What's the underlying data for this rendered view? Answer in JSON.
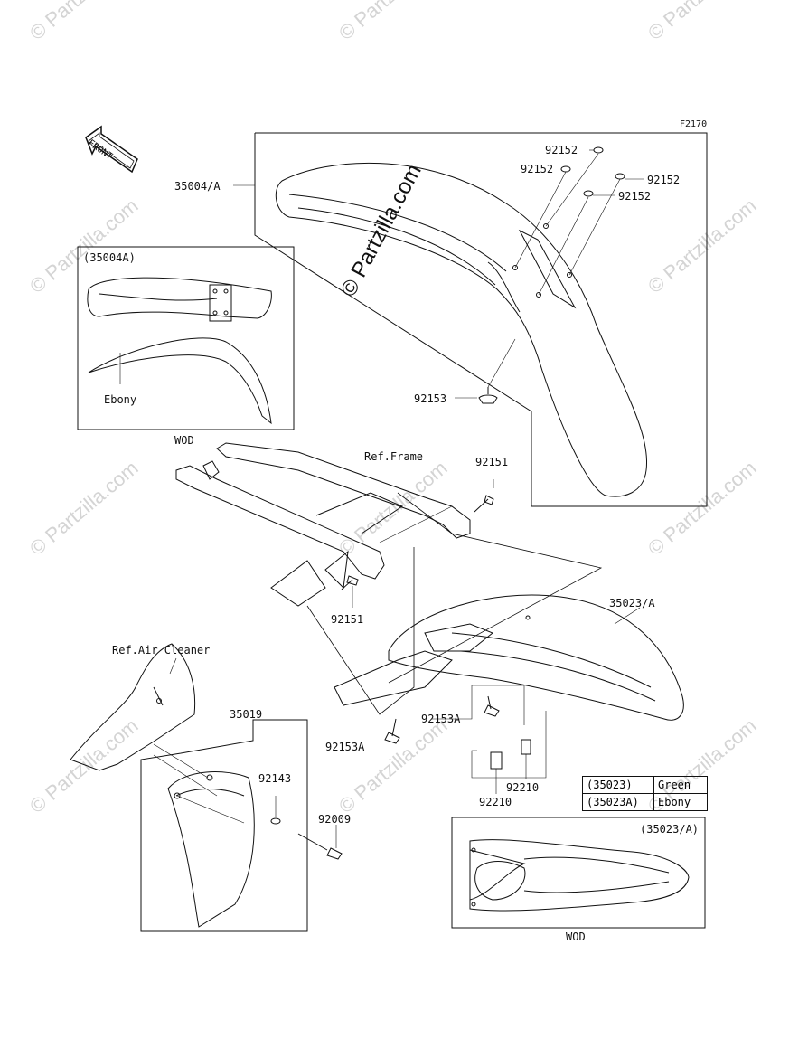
{
  "diagram_code": "F2170",
  "front_arrow_text": "FRONT",
  "watermark_main": "© Partzilla.com",
  "watermark_faint": "© Partzilla.com",
  "labels": {
    "p35004A_inset": "(35004A)",
    "ebony_callout": "Ebony",
    "wod_left": "WOD",
    "p35004_a": "35004/A",
    "p92152_1": "92152",
    "p92152_2": "92152",
    "p92152_3": "92152",
    "p92152_4": "92152",
    "p92153": "92153",
    "ref_frame": "Ref.Frame",
    "p92151_top": "92151",
    "p92151_left": "92151",
    "p35023_a": "35023/A",
    "ref_air_cleaner": "Ref.Air Cleaner",
    "p35019": "35019",
    "p92143": "92143",
    "p92009": "92009",
    "p92153A_right": "92153A",
    "p92153A_left": "92153A",
    "p92210_right": "92210",
    "p92210_left": "92210",
    "p35023A_inset": "(35023/A)",
    "wod_right": "WOD"
  },
  "color_table": [
    {
      "part": "(35023)",
      "color": "Green"
    },
    {
      "part": "(35023A)",
      "color": "Ebony"
    }
  ]
}
